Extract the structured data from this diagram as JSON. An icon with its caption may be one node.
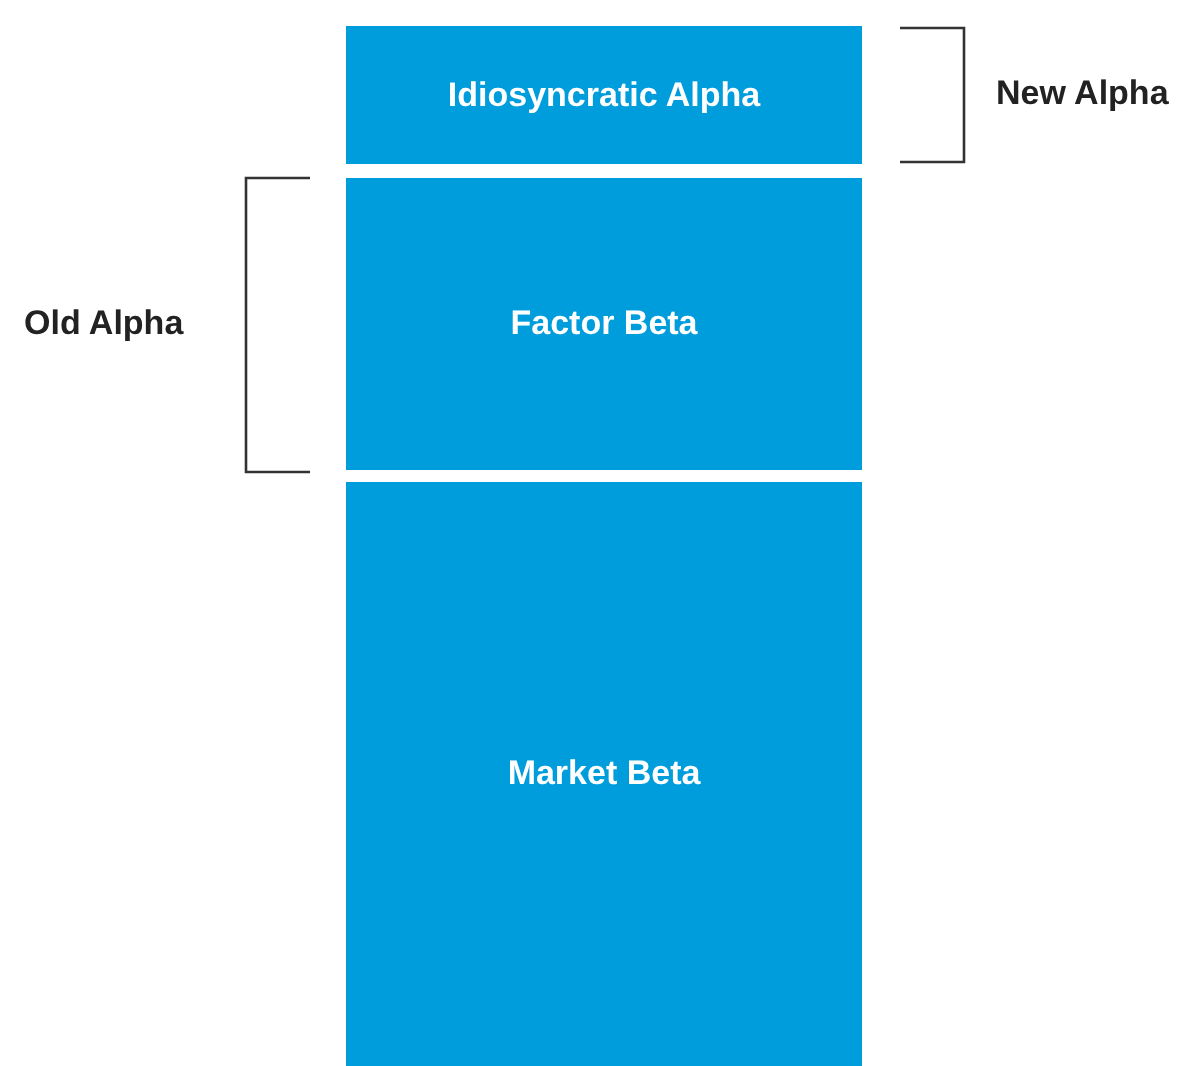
{
  "diagram": {
    "nodes": [
      {
        "text": [
          "Idiosyncratic Alpha"
        ]
      },
      {
        "text": [
          "Factor Beta"
        ]
      },
      {
        "text": [
          "Market Beta"
        ]
      }
    ],
    "labels": [
      "New Alpha",
      "Old Alpha"
    ]
  }
}
